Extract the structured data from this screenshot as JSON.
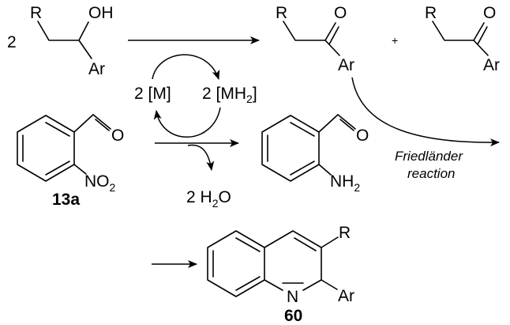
{
  "reaction": {
    "coefficient_alcohol": "2",
    "coefficient_M": "2",
    "coefficient_MH2": "2",
    "coefficient_water": "2",
    "plus": "+"
  },
  "atoms": {
    "R": "R",
    "OH": "OH",
    "O": "O",
    "Ar": "Ar",
    "N": "N",
    "NH": "NH",
    "NO": "NO",
    "H": "H",
    "sub2": "2"
  },
  "catalyst": {
    "M": "[M]",
    "MH_open": "[MH",
    "MH_close": "]"
  },
  "compounds": {
    "nitro": "13a",
    "quinoline": "60"
  },
  "conditions": {
    "friedlander_line1": "Friedländer",
    "friedlander_line2": "reaction"
  }
}
